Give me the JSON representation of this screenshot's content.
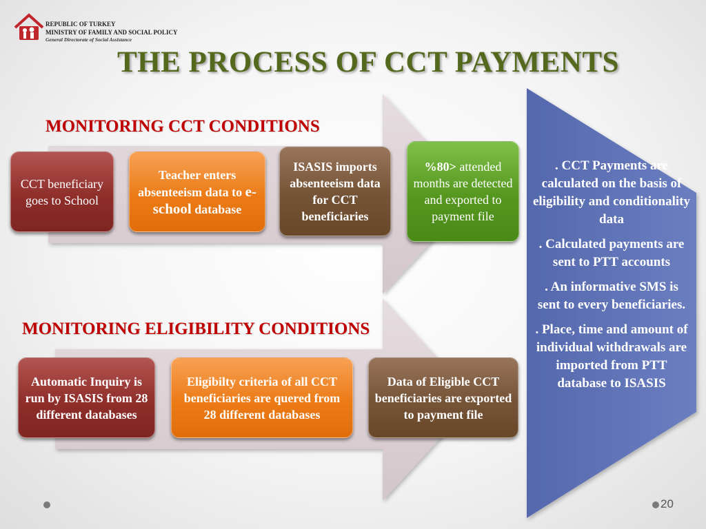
{
  "header": {
    "org_line1": "REPUBLIC OF TURKEY",
    "org_line2": "MINISTRY OF FAMILY AND SOCIAL POLICY",
    "org_line3": "General Directorate of Social Assistance",
    "logo_icon": "family-house-logo-icon"
  },
  "title": "THE PROCESS OF CCT PAYMENTS",
  "section1": {
    "title": "MONITORING CCT CONDITIONS",
    "boxes": [
      {
        "text": "CCT beneficiary goes to School"
      },
      {
        "text_pre": "Teacher enters absenteeism data to",
        "text_emph": "e-school",
        "text_post": "database"
      },
      {
        "text": "ISASIS imports absenteeism data for CCT beneficiaries"
      },
      {
        "text_emph": "%80>",
        "text_post": "attended months are detected and exported to payment file"
      }
    ]
  },
  "section2": {
    "title": "MONITORING ELIGIBILITY CONDITIONS",
    "boxes": [
      {
        "text": "Automatic Inquiry is run by ISASIS from 28 different databases"
      },
      {
        "text": "Eligibilty criteria of all CCT beneficiaries are quered from 28 different databases"
      },
      {
        "text": "Data of Eligible CCT beneficiaries are exported to payment file"
      }
    ]
  },
  "right_panel": {
    "items": [
      ". CCT Payments are calculated on the basis of eligibility and conditionality data",
      ". Calculated payments are sent to PTT accounts",
      ". An informative SMS is sent to every beneficiaries.",
      ". Place, time and amount of individual withdrawals are imported from PTT database to ISASIS"
    ]
  },
  "page_number": "20",
  "colors": {
    "title": "#55691e",
    "section_title": "#c00000",
    "red_box": "#8f2e2b",
    "orange_box": "#ec7b16",
    "brown_box": "#755337",
    "green_box": "#55971f",
    "arrow": "#dcd0d4",
    "right_panel": "#5e72b6"
  }
}
